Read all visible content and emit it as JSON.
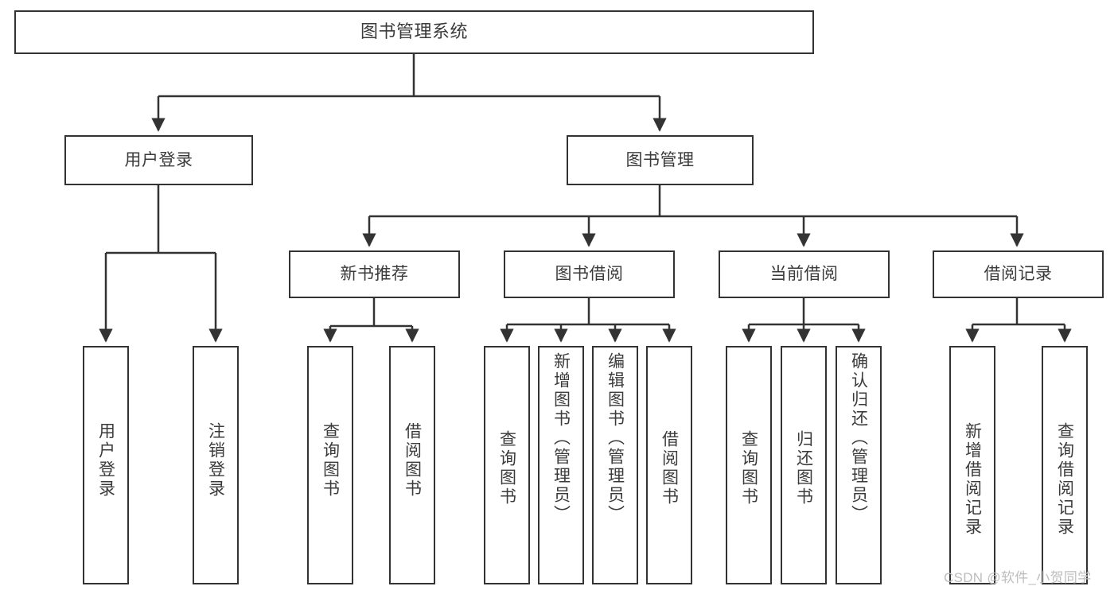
{
  "diagram": {
    "title": "图书管理系统",
    "type": "tree-hierarchy-chart",
    "stroke_color": "#333333",
    "text_color": "#3b3b3b",
    "fill_color": "#ffffff",
    "levels": {
      "root": {
        "label": "图书管理系统"
      },
      "level2": [
        {
          "label": "用户登录"
        },
        {
          "label": "图书管理"
        }
      ],
      "level3": [
        {
          "label": "新书推荐"
        },
        {
          "label": "图书借阅"
        },
        {
          "label": "当前借阅"
        },
        {
          "label": "借阅记录"
        }
      ],
      "leaves_user_login": [
        {
          "label": "用户登录"
        },
        {
          "label": "注销登录"
        }
      ],
      "leaves_new_books": [
        {
          "label": "查询图书"
        },
        {
          "label": "借阅图书"
        }
      ],
      "leaves_borrow": [
        {
          "label": "查询图书"
        },
        {
          "label": "新增图书（管理员）"
        },
        {
          "label": "编辑图书（管理员）"
        },
        {
          "label": "借阅图书"
        }
      ],
      "leaves_current": [
        {
          "label": "查询图书"
        },
        {
          "label": "归还图书"
        },
        {
          "label": "确认归还（管理员）"
        }
      ],
      "leaves_records": [
        {
          "label": "新增借阅记录"
        },
        {
          "label": "查询借阅记录"
        }
      ]
    }
  },
  "watermark": {
    "text": "CSDN @软件_小贺同学",
    "color": "#bdbdbd"
  }
}
